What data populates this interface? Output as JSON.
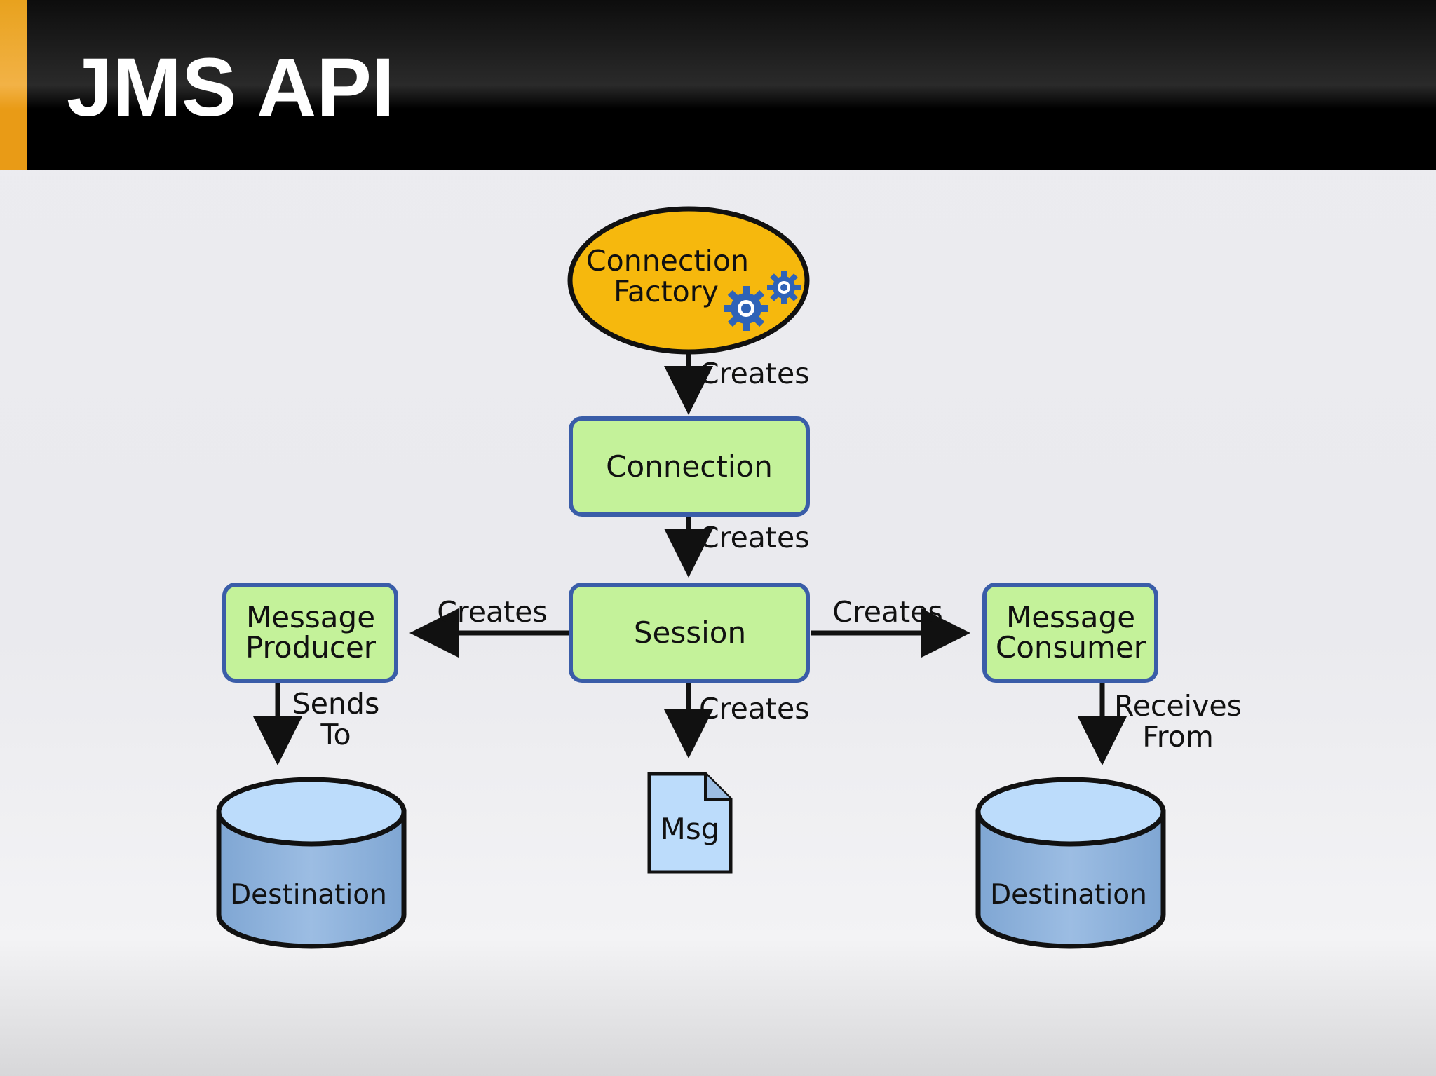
{
  "slide": {
    "title": "JMS API",
    "accent_color": "#e99b16",
    "header_color": "#000000"
  },
  "diagram": {
    "connection_factory": {
      "line1": "Connection",
      "line2": "Factory",
      "icon": "gears-icon",
      "fill": "#f6b80d"
    },
    "connection": {
      "label": "Connection"
    },
    "session": {
      "label": "Session"
    },
    "message_producer": {
      "line1": "Message",
      "line2": "Producer"
    },
    "message_consumer": {
      "line1": "Message",
      "line2": "Consumer"
    },
    "destination_left": {
      "label": "Destination"
    },
    "destination_right": {
      "label": "Destination"
    },
    "message": {
      "label": "Msg"
    },
    "edges": {
      "factory_to_connection": "Creates",
      "connection_to_session": "Creates",
      "session_to_producer": "Creates",
      "session_to_consumer": "Creates",
      "session_to_message": "Creates",
      "producer_to_destination": {
        "line1": "Sends",
        "line2": "To"
      },
      "consumer_to_destination": {
        "line1": "Receives",
        "line2": "From"
      }
    },
    "box_fill": "#c4f29a",
    "box_stroke": "#3a5da8",
    "cylinder_fill": "#8fb3dd",
    "cylinder_top_fill": "#bcdcfb"
  }
}
